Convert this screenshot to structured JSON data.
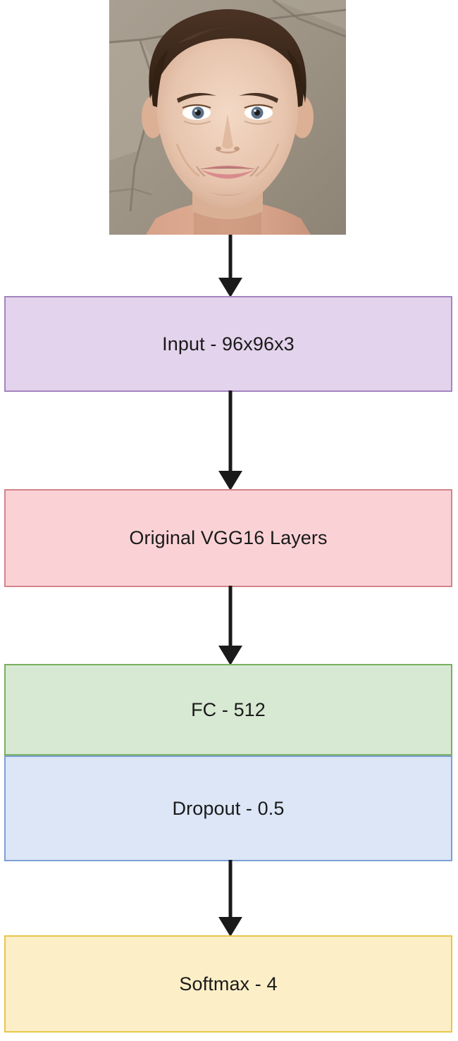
{
  "diagram": {
    "title": "VGG16 transfer-learning network architecture",
    "type": "flowchart",
    "orientation": "top-to-bottom",
    "background_color": "#ffffff",
    "image": {
      "name": "input-face-photo",
      "description": "Cropped colour photograph of a smiling man's face against a tiled wall",
      "alt": "Input face image"
    },
    "nodes": [
      {
        "id": "input",
        "label": "Input - 96x96x3",
        "fill": "#e3d3ec",
        "stroke": "#a585c0"
      },
      {
        "id": "vgg16",
        "label": "Original VGG16 Layers",
        "fill": "#fad2d6",
        "stroke": "#d3848a"
      },
      {
        "id": "fc",
        "label": "FC - 512",
        "fill": "#d7e8d3",
        "stroke": "#79b060"
      },
      {
        "id": "dropout",
        "label": "Dropout - 0.5",
        "fill": "#dce6f7",
        "stroke": "#7d9fd4"
      },
      {
        "id": "softmax",
        "label": "Softmax - 4",
        "fill": "#fcefc7",
        "stroke": "#e8c64a"
      }
    ],
    "edges": [
      {
        "id": "e1",
        "from": "image",
        "to": "input",
        "label": "",
        "style": "solid-arrow",
        "color": "#1a1a1a"
      },
      {
        "id": "e2",
        "from": "input",
        "to": "vgg16",
        "label": "",
        "style": "solid-arrow",
        "color": "#1a1a1a"
      },
      {
        "id": "e3",
        "from": "vgg16",
        "to": "fc",
        "label": "",
        "style": "solid-arrow",
        "color": "#1a1a1a"
      },
      {
        "id": "e4",
        "from": "dropout",
        "to": "softmax",
        "label": "",
        "style": "solid-arrow",
        "color": "#1a1a1a"
      }
    ]
  }
}
